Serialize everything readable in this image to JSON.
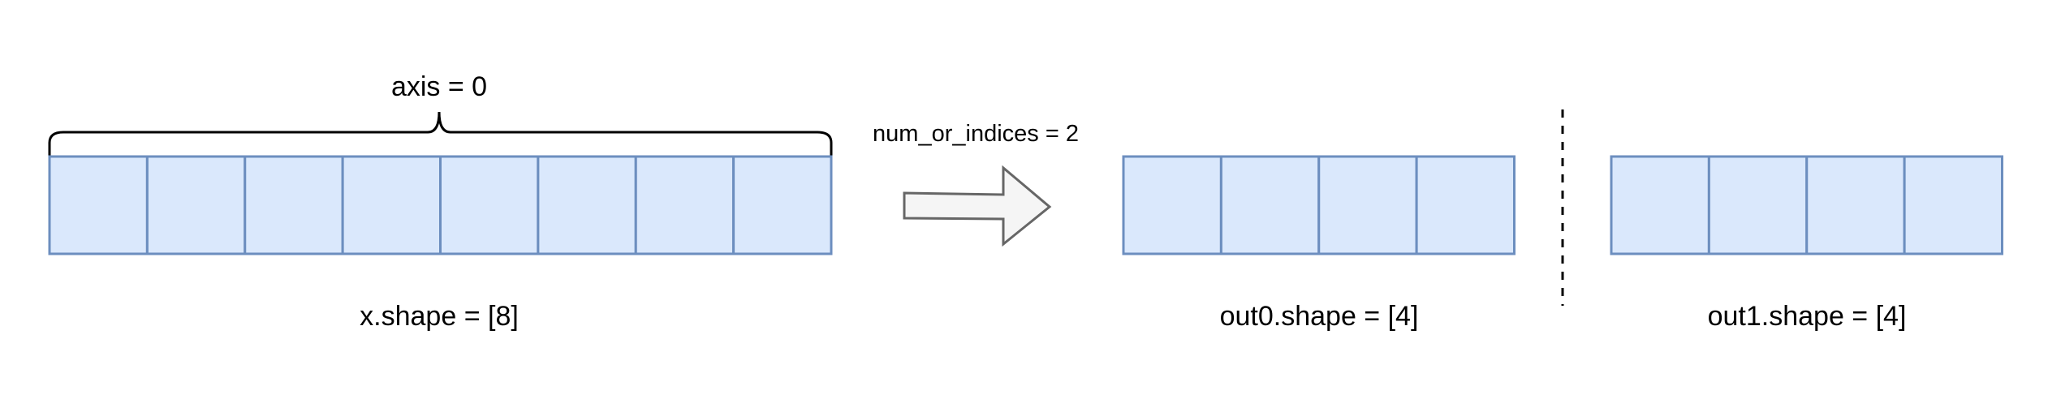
{
  "labels": {
    "axis": "axis = 0",
    "num_or_indices": "num_or_indices = 2",
    "x_shape": "x.shape = [8]",
    "out0_shape": "out0.shape = [4]",
    "out1_shape": "out1.shape = [4]"
  },
  "arrays": {
    "x": {
      "cells": 8
    },
    "out0": {
      "cells": 4
    },
    "out1": {
      "cells": 4
    }
  },
  "colors": {
    "cell_fill": "#dae8fc",
    "cell_stroke": "#6c8ebf",
    "arrow_fill": "#f5f5f5",
    "arrow_stroke": "#666666"
  }
}
